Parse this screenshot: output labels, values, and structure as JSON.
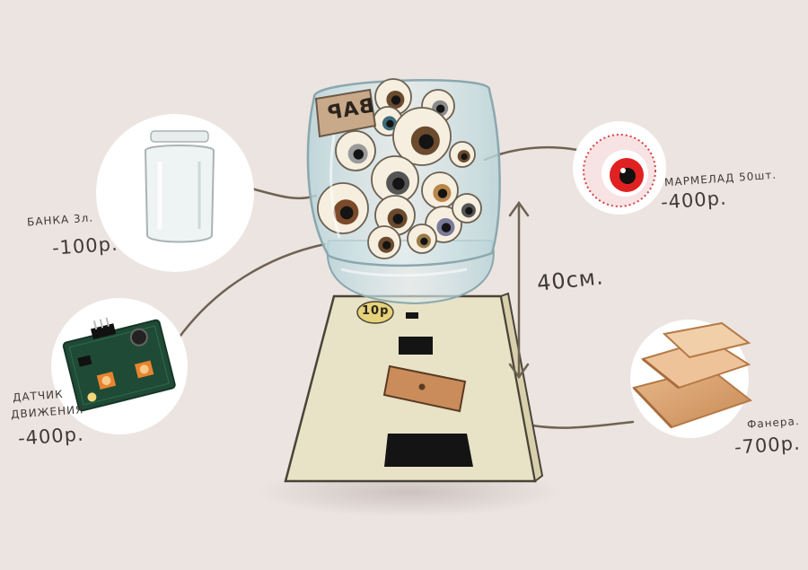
{
  "machine": {
    "jar_sticker": "ВАР",
    "coin_price": "10р",
    "height_label": "40см."
  },
  "components": [
    {
      "name": "БАНКА 3л.",
      "price": "-100р."
    },
    {
      "name": "ДАТЧИК ДВИЖЕНИЯ",
      "name_lines": [
        "ДАТЧИК",
        "ДВИЖЕНИЯ"
      ],
      "price": "-400р."
    },
    {
      "name": "МАРМЕЛАД 50шт.",
      "price": "-400р."
    },
    {
      "name": "Фанера.",
      "price": "-700р."
    }
  ],
  "colors": {
    "background": "#ece4e1",
    "ink": "#3d3a36",
    "cabinet": "#e8e2c6",
    "jar_glass": "#cfe2e6",
    "eye_white": "#f6efe0",
    "drawer": "#c98c5a"
  }
}
